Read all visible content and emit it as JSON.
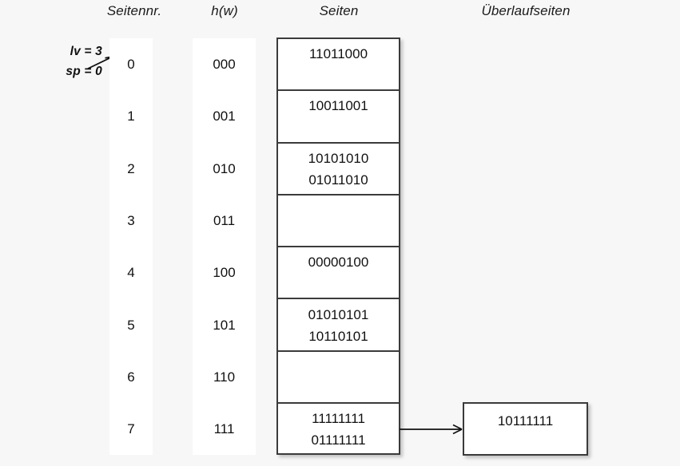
{
  "headers": {
    "seitennr": "Seitennr.",
    "hw": "h(w)",
    "seiten": "Seiten",
    "ueberlaufseiten": "Überlaufseiten"
  },
  "annotation": {
    "lv": "lv = 3",
    "sp": "sp = 0",
    "arrow_icon": "arrow-up-right-icon"
  },
  "rows": [
    {
      "seitennr": "0",
      "hw": "000",
      "page_values": [
        "11011000"
      ]
    },
    {
      "seitennr": "1",
      "hw": "001",
      "page_values": [
        "10011001"
      ]
    },
    {
      "seitennr": "2",
      "hw": "010",
      "page_values": [
        "10101010",
        "01011010"
      ]
    },
    {
      "seitennr": "3",
      "hw": "011",
      "page_values": []
    },
    {
      "seitennr": "4",
      "hw": "100",
      "page_values": [
        "00000100"
      ]
    },
    {
      "seitennr": "5",
      "hw": "101",
      "page_values": [
        "01010101",
        "10110101"
      ]
    },
    {
      "seitennr": "6",
      "hw": "110",
      "page_values": []
    },
    {
      "seitennr": "7",
      "hw": "111",
      "page_values": [
        "11111111",
        "01111111"
      ]
    }
  ],
  "overflow": {
    "value": "10111111",
    "arrow_icon": "arrow-right-icon",
    "source_row_index": 7
  },
  "colors": {
    "page_background": "#f7f7f7",
    "box_background": "#ffffff",
    "border": "#3b3b3b",
    "text": "#111111"
  }
}
